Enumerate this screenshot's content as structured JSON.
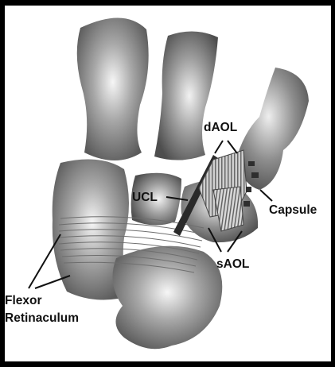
{
  "labels": {
    "daol": "dAOL",
    "ucl": "UCL",
    "capsule": "Capsule",
    "saol": "sAOL",
    "flexor": "Flexor",
    "retinaculum": "Retinaculum"
  },
  "colors": {
    "bone_dark": "#555555",
    "bone_mid": "#9a9a9a",
    "bone_light": "#f4f4f4",
    "ligament_dark": "#2a2a2a",
    "background": "#ffffff",
    "frame": "#000000"
  }
}
